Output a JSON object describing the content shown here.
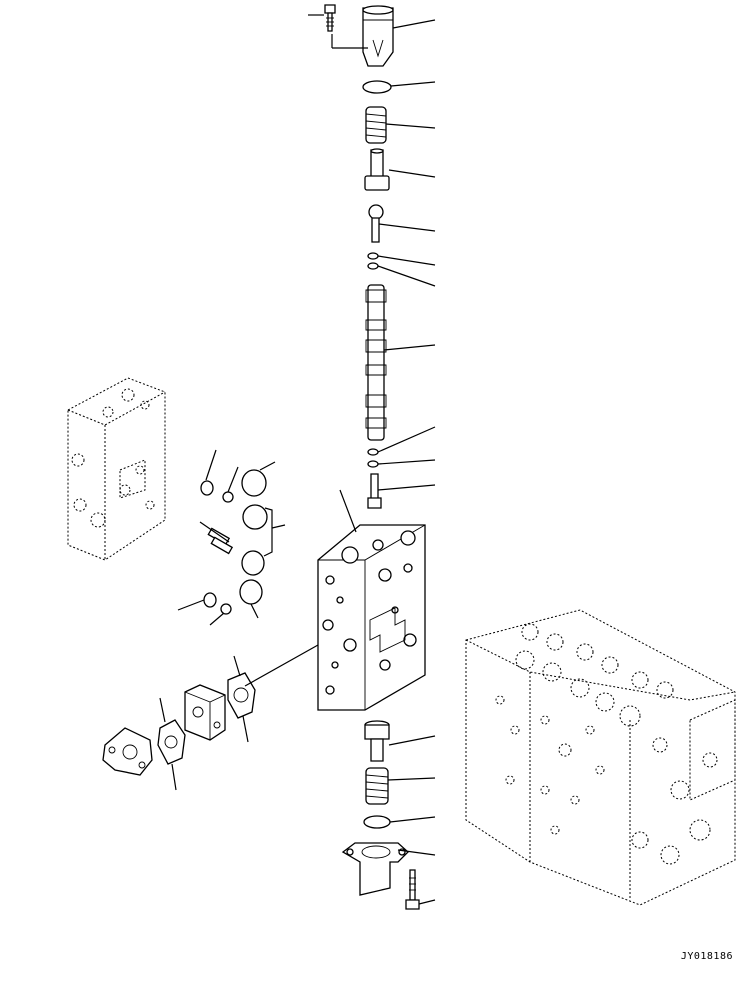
{
  "drawing": {
    "reference_code": "JY018186",
    "parts": [
      {
        "name": "mounting-bolt-top"
      },
      {
        "name": "spring-cap-top"
      },
      {
        "name": "o-ring-top"
      },
      {
        "name": "spring-top"
      },
      {
        "name": "retainer-top"
      },
      {
        "name": "plug"
      },
      {
        "name": "o-ring-small-1"
      },
      {
        "name": "backup-ring-1"
      },
      {
        "name": "spool"
      },
      {
        "name": "o-ring-small-2"
      },
      {
        "name": "backup-ring-2"
      },
      {
        "name": "check-valve-pin"
      },
      {
        "name": "valve-body"
      },
      {
        "name": "o-ring-set-left"
      },
      {
        "name": "plug-pair"
      },
      {
        "name": "flange-gasket"
      },
      {
        "name": "cover-block"
      },
      {
        "name": "retainer-bottom"
      },
      {
        "name": "spring-bottom"
      },
      {
        "name": "o-ring-bottom"
      },
      {
        "name": "spring-cap-bottom"
      },
      {
        "name": "mounting-bolt-bottom"
      },
      {
        "name": "control-valve-assembly-overview"
      },
      {
        "name": "control-valve-section-overview"
      }
    ]
  }
}
